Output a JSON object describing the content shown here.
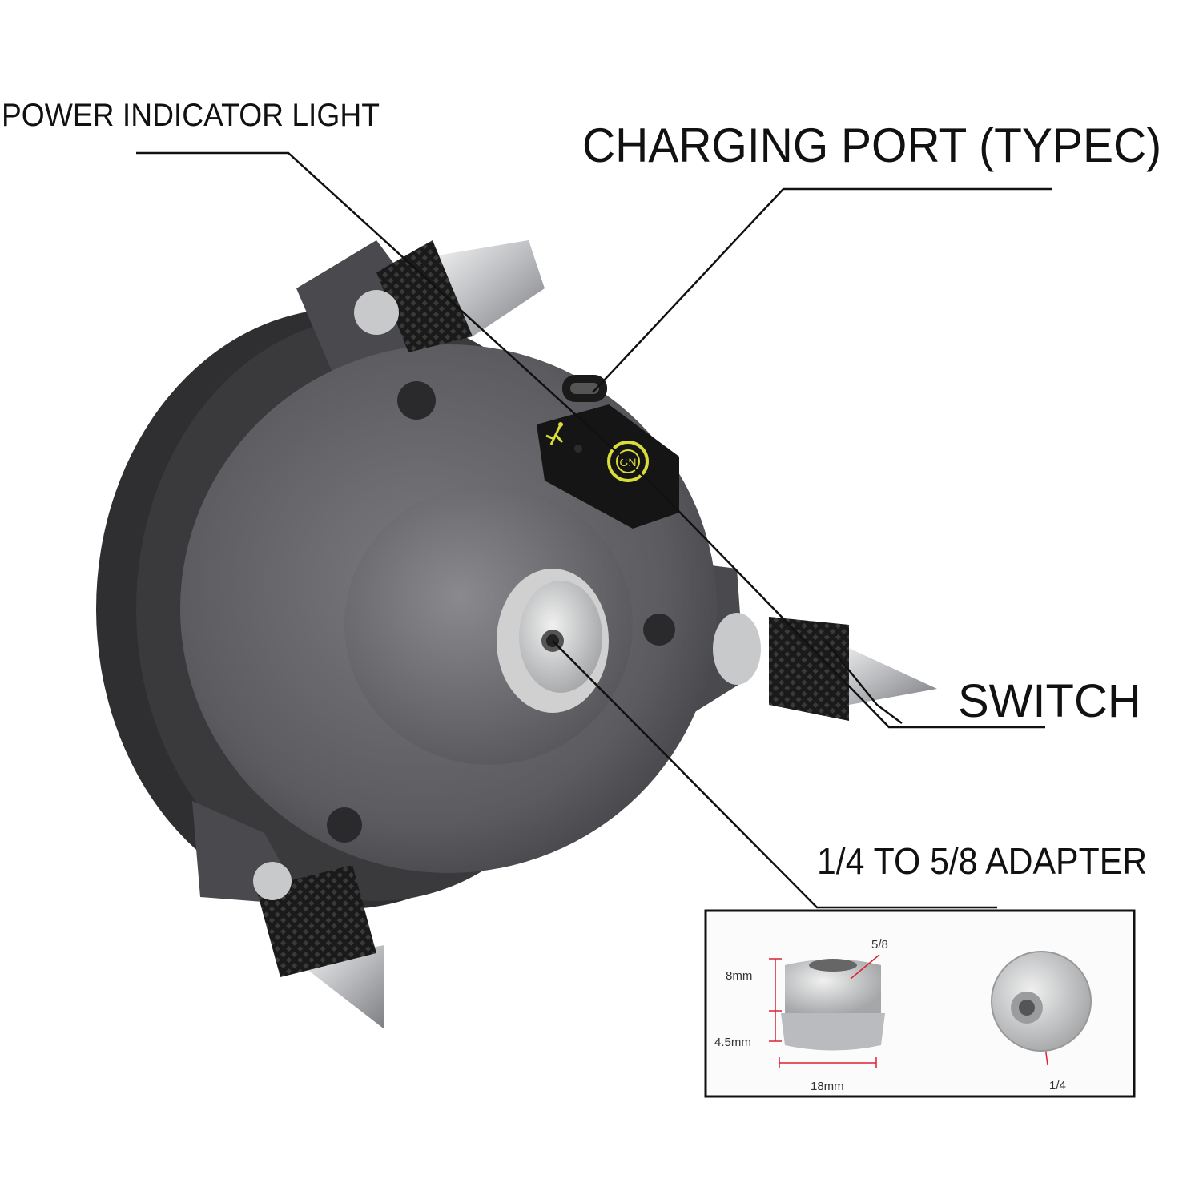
{
  "callouts": {
    "power_indicator": "POWER INDICATOR LIGHT",
    "charging_port": "CHARGING PORT (TYPEC)",
    "switch": "SWITCH",
    "adapter": "1/4 TO 5/8 ADAPTER"
  },
  "adapter_inset": {
    "thread_large": "5/8",
    "height_top": "8mm",
    "height_bottom": "4.5mm",
    "diameter": "18mm",
    "thread_small": "1/4"
  },
  "panel": {
    "switch_text": "ON"
  },
  "colors": {
    "body": "#5e5e62",
    "knob": "#1c1c1c",
    "panel": "#151515",
    "switch_ring": "#d9dc3a",
    "metal": "#c9cbcd"
  }
}
